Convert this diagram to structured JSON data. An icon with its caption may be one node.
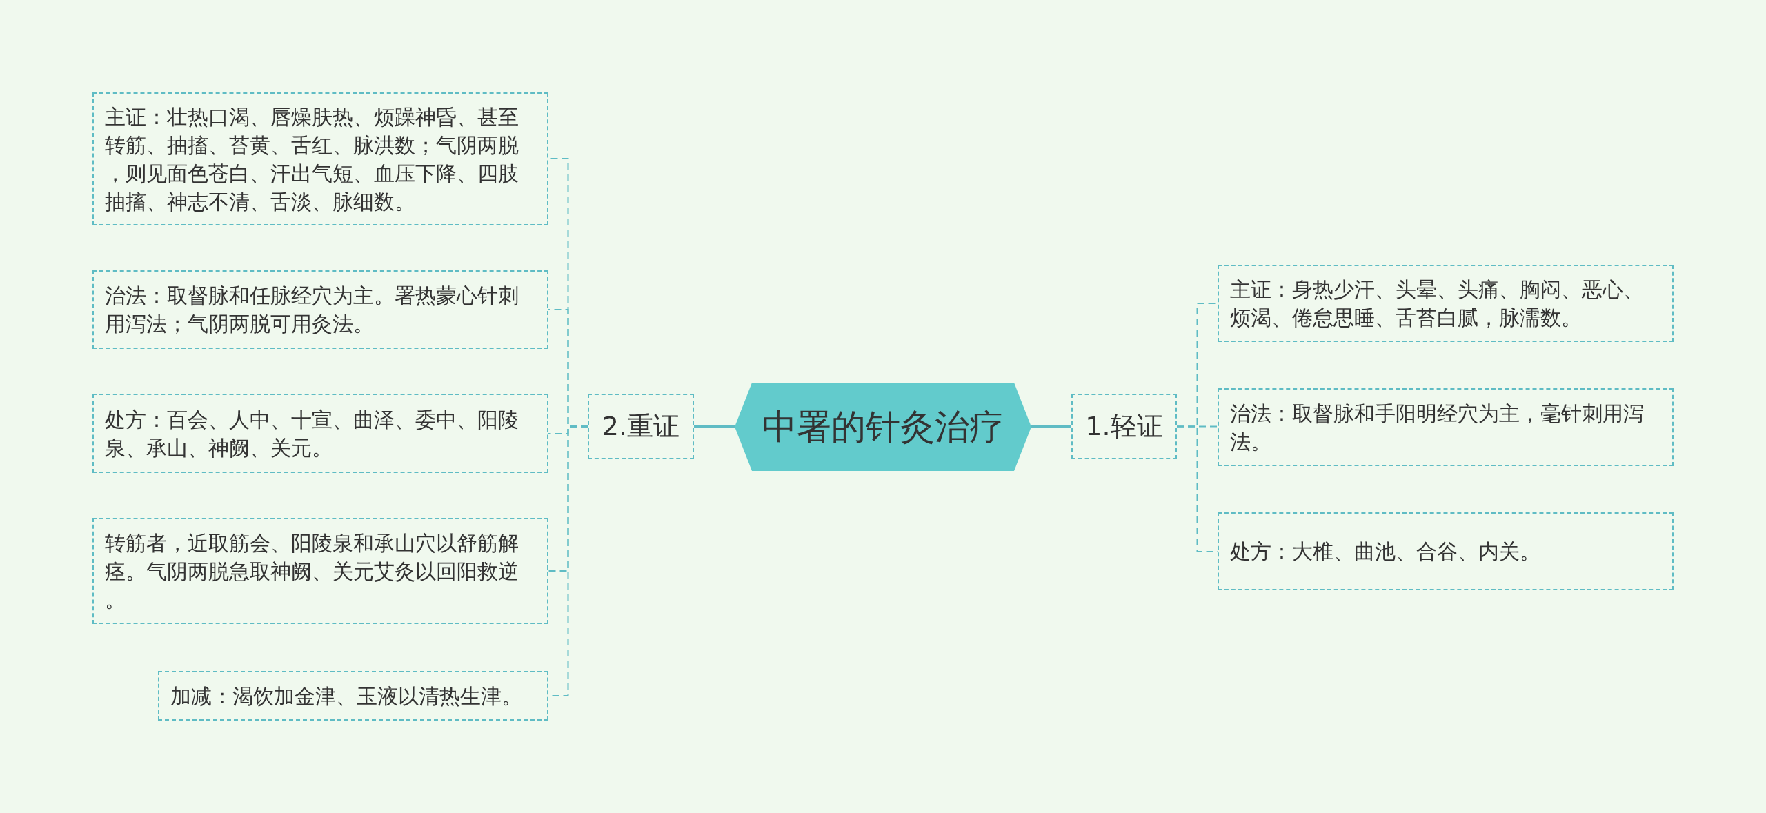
{
  "diagram": {
    "nodes": [
      {
        "text": [
          "中署的针灸治疗"
        ]
      },
      {
        "text": [
          "1.轻证"
        ]
      },
      {
        "text": [
          "主证：身热少汗、头晕、头痛、胸闷、恶心、烦渴、倦怠思睡、舌苔白腻，脉濡数。"
        ]
      },
      {
        "text": [
          "治法：取督脉和手阳明经穴为主，毫针刺用泻法。"
        ]
      },
      {
        "text": [
          "处方：大椎、曲池、合谷、内关。"
        ]
      },
      {
        "text": [
          "2.重证"
        ]
      },
      {
        "text": [
          "主证：壮热口渴、唇燥肤热、烦躁神昏、甚至转筋、抽搐、苔黄、舌红、脉洪数；气阴两脱，则见面色苍白、汗出气短、血压下降、四肢抽搐、神志不清、舌淡、脉细数。"
        ]
      },
      {
        "text": [
          "治法：取督脉和任脉经穴为主。署热蒙心针刺用泻法；气阴两脱可用灸法。"
        ]
      },
      {
        "text": [
          "处方：百会、人中、十宣、曲泽、委中、阳陵泉、承山、神阙、关元。"
        ]
      },
      {
        "text": [
          "转筋者，近取筋会、阳陵泉和承山穴以舒筋解痉。气阴两脱急取神阙、关元艾灸以回阳救逆。"
        ]
      },
      {
        "text": [
          "加减：渴饮加金津、玉液以清热生津。"
        ]
      }
    ],
    "edges": [
      {
        "from": 0,
        "to": 1,
        "arrow": "none"
      },
      {
        "from": 1,
        "to": 2,
        "arrow": "none",
        "style": "dashed"
      },
      {
        "from": 1,
        "to": 3,
        "arrow": "none",
        "style": "dashed"
      },
      {
        "from": 1,
        "to": 4,
        "arrow": "none",
        "style": "dashed"
      },
      {
        "from": 0,
        "to": 5,
        "arrow": "none"
      },
      {
        "from": 5,
        "to": 6,
        "arrow": "none",
        "style": "dashed"
      },
      {
        "from": 5,
        "to": 7,
        "arrow": "none",
        "style": "dashed"
      },
      {
        "from": 5,
        "to": 8,
        "arrow": "none",
        "style": "dashed"
      },
      {
        "from": 5,
        "to": 9,
        "arrow": "none",
        "style": "dashed"
      },
      {
        "from": 5,
        "to": 10,
        "arrow": "none",
        "style": "dashed"
      }
    ]
  }
}
